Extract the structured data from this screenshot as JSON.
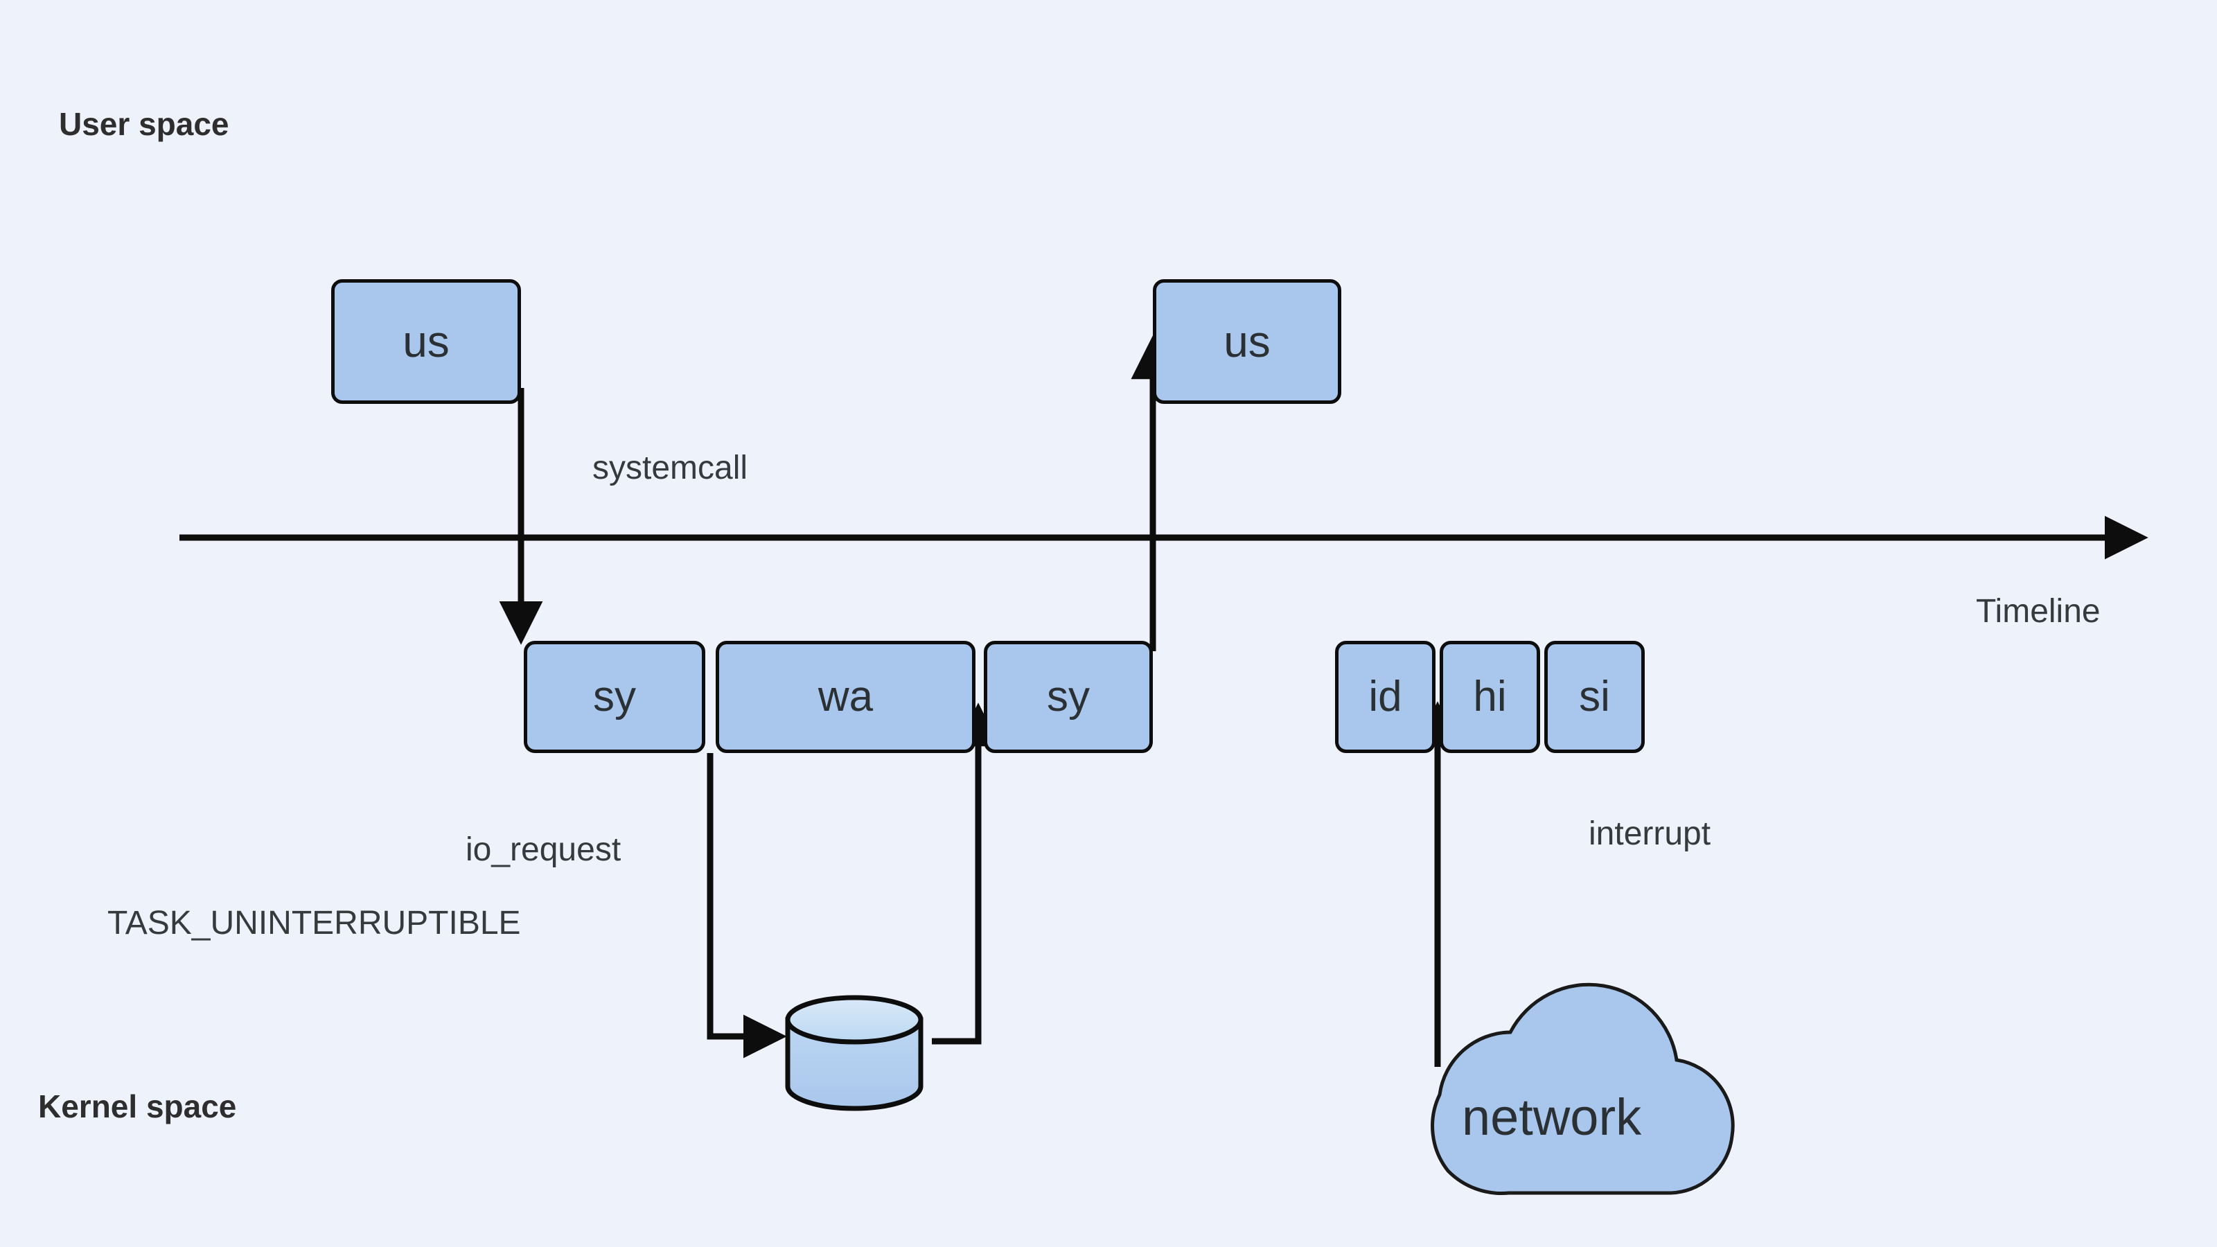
{
  "diagram": {
    "title_zones": {
      "user_space": "User space",
      "kernel_space": "Kernel space"
    },
    "axis": {
      "label": "Timeline"
    },
    "edge_labels": {
      "systemcall": "systemcall",
      "io_request": "io_request",
      "task_state": "TASK_UNINTERRUPTIBLE",
      "interrupt": "interrupt"
    },
    "user_nodes": [
      {
        "id": "us-left",
        "label": "us"
      },
      {
        "id": "us-right",
        "label": "us"
      }
    ],
    "kernel_nodes_left": [
      {
        "id": "sy-1",
        "label": "sy"
      },
      {
        "id": "wa",
        "label": "wa"
      },
      {
        "id": "sy-2",
        "label": "sy"
      }
    ],
    "kernel_nodes_right": [
      {
        "id": "id",
        "label": "id"
      },
      {
        "id": "hi",
        "label": "hi"
      },
      {
        "id": "si",
        "label": "si"
      }
    ],
    "shapes": {
      "database": "disk-cylinder",
      "cloud": "network-cloud",
      "cloud_label": "network"
    },
    "colors": {
      "background": "#eef2fb",
      "node_fill": "#a9c7ec",
      "node_stroke": "#0d0d0d",
      "text": "#2b3034",
      "label_text": "#373a3d",
      "cylinder_top_fill": "#cfe3f5"
    }
  }
}
